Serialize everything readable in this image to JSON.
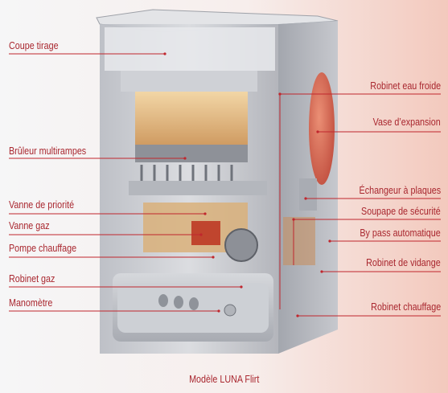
{
  "labels_left": [
    "Coupe tirage",
    "Brûleur multirampes",
    "Vanne de priorité",
    "Vanne gaz",
    "Pompe chauffage",
    "Robinet gaz",
    "Manomètre"
  ],
  "labels_right": [
    "Robinet eau froide",
    "Vase d’expansion",
    "Échangeur à plaques",
    "Soupape de sécurité",
    "By pass automatique",
    "Robinet de vidange",
    "Robinet chauffage"
  ],
  "caption": "Modèle LUNA Flirt",
  "colors": {
    "label_text": "#a9272f",
    "leader_line": "#c0262d",
    "background": "#f6f6f7",
    "casing": "#c9cbd0"
  }
}
